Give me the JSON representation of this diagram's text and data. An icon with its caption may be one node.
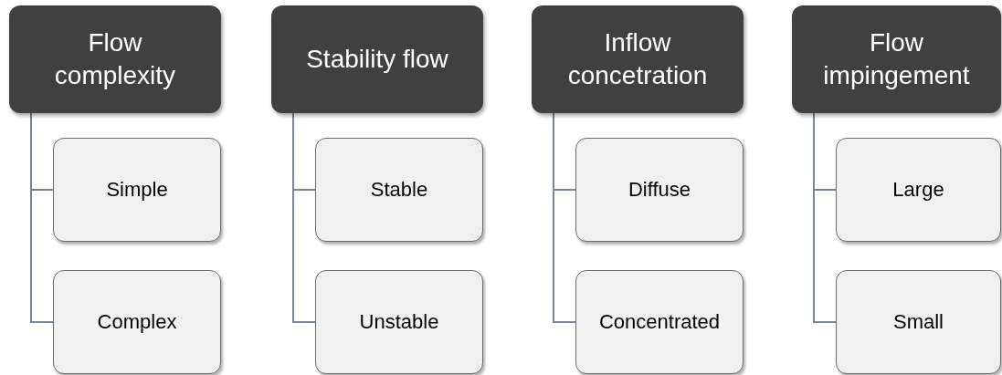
{
  "diagram": {
    "nodes": [
      {
        "text": [
          "Flow complexity"
        ]
      },
      {
        "text": [
          "Simple"
        ]
      },
      {
        "text": [
          "Complex"
        ]
      },
      {
        "text": [
          "Stability flow"
        ]
      },
      {
        "text": [
          "Stable"
        ]
      },
      {
        "text": [
          "Unstable"
        ]
      },
      {
        "text": [
          "Inflow concetration"
        ]
      },
      {
        "text": [
          "Diffuse"
        ]
      },
      {
        "text": [
          "Concentrated"
        ]
      },
      {
        "text": [
          "Flow impingement"
        ]
      },
      {
        "text": [
          "Large"
        ]
      },
      {
        "text": [
          "Small"
        ]
      }
    ],
    "edges": [
      {
        "from": 0,
        "to": 1,
        "arrow": "none"
      },
      {
        "from": 0,
        "to": 2,
        "arrow": "none"
      },
      {
        "from": 3,
        "to": 4,
        "arrow": "none"
      },
      {
        "from": 3,
        "to": 5,
        "arrow": "none"
      },
      {
        "from": 6,
        "to": 7,
        "arrow": "none"
      },
      {
        "from": 6,
        "to": 8,
        "arrow": "none"
      },
      {
        "from": 9,
        "to": 10,
        "arrow": "none"
      },
      {
        "from": 9,
        "to": 11,
        "arrow": "none"
      }
    ]
  }
}
